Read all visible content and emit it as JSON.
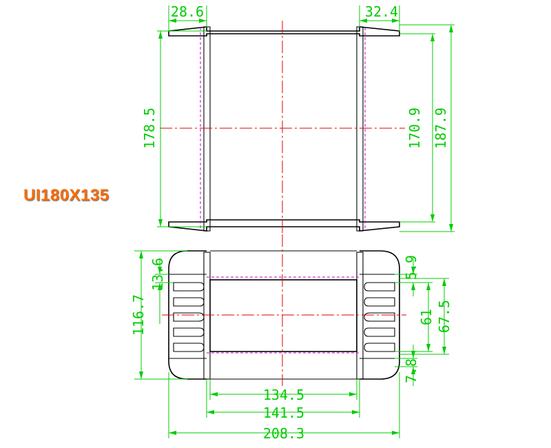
{
  "label": "UI180X135",
  "colors": {
    "outline": "#000000",
    "center_line": "#dd0000",
    "hidden_line": "#cc00cc",
    "dimension": "#00cc00",
    "label": "#ff6a00"
  },
  "dimensions": {
    "top_left_tab": "28.6",
    "top_right_tab": "32.4",
    "inner_height_left": "178.5",
    "inner_height_right": "170.9",
    "overall_height": "187.9",
    "bottom_top_gap": "13.6",
    "bottom_overall_height": "116.7",
    "bottom_right_gap": "5.9",
    "bottom_inner_61": "61",
    "bottom_inner_67": "67.5",
    "bottom_right_low": "7.8",
    "width_inner": "134.5",
    "width_mid": "141.5",
    "width_overall": "208.3"
  }
}
